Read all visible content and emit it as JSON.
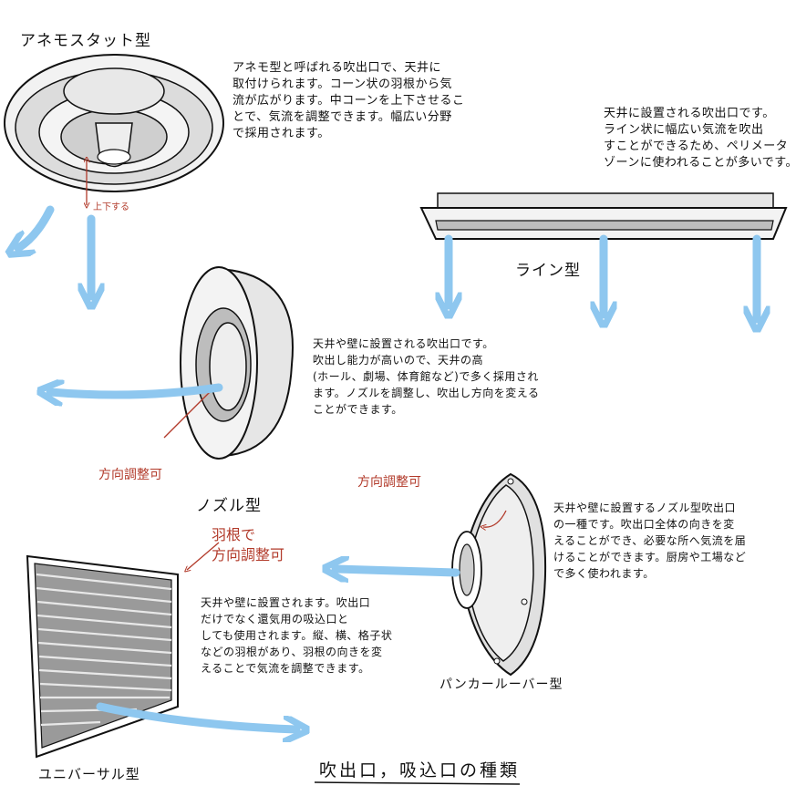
{
  "anemo": {
    "title": "アネモスタット型",
    "desc": "アネモ型と呼ばれる吹出口で、天井に\n取付けられます。コーン状の羽根から気\n流が広がります。中コーンを上下させるこ\nとで、気流を調整できます。幅広い分野\nで採用されます。",
    "lift_label": "上下する"
  },
  "line": {
    "title": "ライン型",
    "desc": "天井に設置される吹出口です。\nライン状に幅広い気流を吹出\nすことができるため、ペリメータ\nゾーンに使われることが多いです。"
  },
  "nozzle": {
    "title": "ノズル型",
    "desc": "天井や壁に設置される吹出口です。\n吹出し能力が高いので、天井の高\n(ホール、劇場、体育館など)で多く採用され\nます。ノズルを調整し、吹出し方向を変える\nことができます。",
    "adjust_label": "方向調整可"
  },
  "punkah": {
    "title": "パンカールーバー型",
    "desc": "天井や壁に設置するノズル型吹出口\nの一種です。吹出口全体の向きを変\nえることができ、必要な所へ気流を届\nけることができます。厨房や工場など\nで多く使われます。",
    "adjust_label": "方向調整可"
  },
  "universal": {
    "title": "ユニバーサル型",
    "desc": "天井や壁に設置されます。吹出口\nだけでなく還気用の吸込口と\nしても使用されます。縦、横、格子状\nなどの羽根があり、羽根の向きを変\nえることで気流を調整できます。",
    "adjust_label": "羽根で\n方向調整可"
  },
  "main_title": "吹出口，吸込口の種類",
  "colors": {
    "airflow": "#8ec7ef",
    "annotation": "#b23a2a",
    "device_fill": "#e6e6e6",
    "device_shade": "#bdbdbd",
    "outline": "#111111"
  }
}
